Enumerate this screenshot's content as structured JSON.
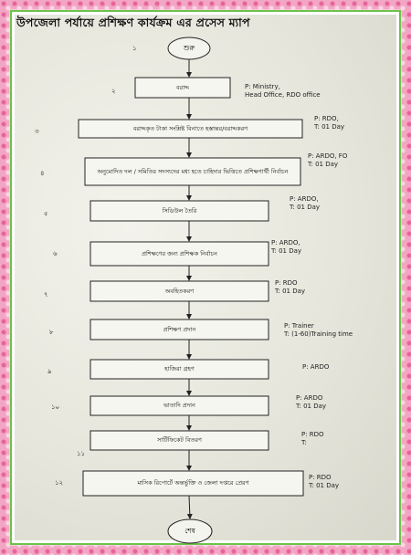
{
  "title": "উপজেলা পর্যায়ে প্রশিক্ষণ কার্যক্রম এর প্রসেস ম্যাপ",
  "start": {
    "label": "শুরু",
    "number": "১"
  },
  "end": {
    "label": "শেষ"
  },
  "steps": [
    {
      "number": "২",
      "label": "বরাদ্দ",
      "note": [
        "P:  Ministry,",
        "     Head Office, RDO office"
      ]
    },
    {
      "number": "৩",
      "label": "বরাদ্দকৃত টাকা সংশ্লিষ্ট বিনাতে হস্তান্তর/বরাদ্দকরণ",
      "note": [
        "P:  RDO,",
        "T:  01 Day"
      ]
    },
    {
      "number": "৪",
      "label": "অনুমোদিত দল / সমিতির সদস্যদের মধ্য হতে চাহিদার ভিত্তিতে প্রশিক্ষণার্থী নির্বাচন",
      "note": [
        "P:  ARDO, FO",
        "T:  01 Day"
      ]
    },
    {
      "number": "৫",
      "label": "সিডিউল তৈরি",
      "note": [
        "P:  ARDO,",
        "T:  01 Day"
      ]
    },
    {
      "number": "৬",
      "label": "প্রশিক্ষণের জন্য প্রশিক্ষক নির্বাচন",
      "note": [
        "P:  ARDO,",
        "T:  01 Day"
      ]
    },
    {
      "number": "৭",
      "label": "অবহিতকরণ",
      "note": [
        "P:  RDO",
        "T:  01 Day"
      ]
    },
    {
      "number": "৮",
      "label": "প্রশিক্ষণ প্রদান",
      "note": [
        "P:  Trainer",
        "T:  (1-60)Training time"
      ]
    },
    {
      "number": "৯",
      "label": "হাজিরা গ্রহণ",
      "note": [
        "P:  ARDO"
      ]
    },
    {
      "number": "১০",
      "label": "ভাতাদি প্রদান",
      "note": [
        "P:  ARDO",
        "T:  01 Day"
      ]
    },
    {
      "number": "১১",
      "label": "সার্টিফিকেট বিতরণ",
      "note": [
        "P:  RDO",
        "T:"
      ]
    },
    {
      "number": "১২",
      "label": "মাসিক রিপোর্টে অন্তর্ভুক্তি ও জেলা দপ্তরে প্রেরণ",
      "note": [
        "P:  RDO",
        "T:  01 Day"
      ]
    }
  ]
}
